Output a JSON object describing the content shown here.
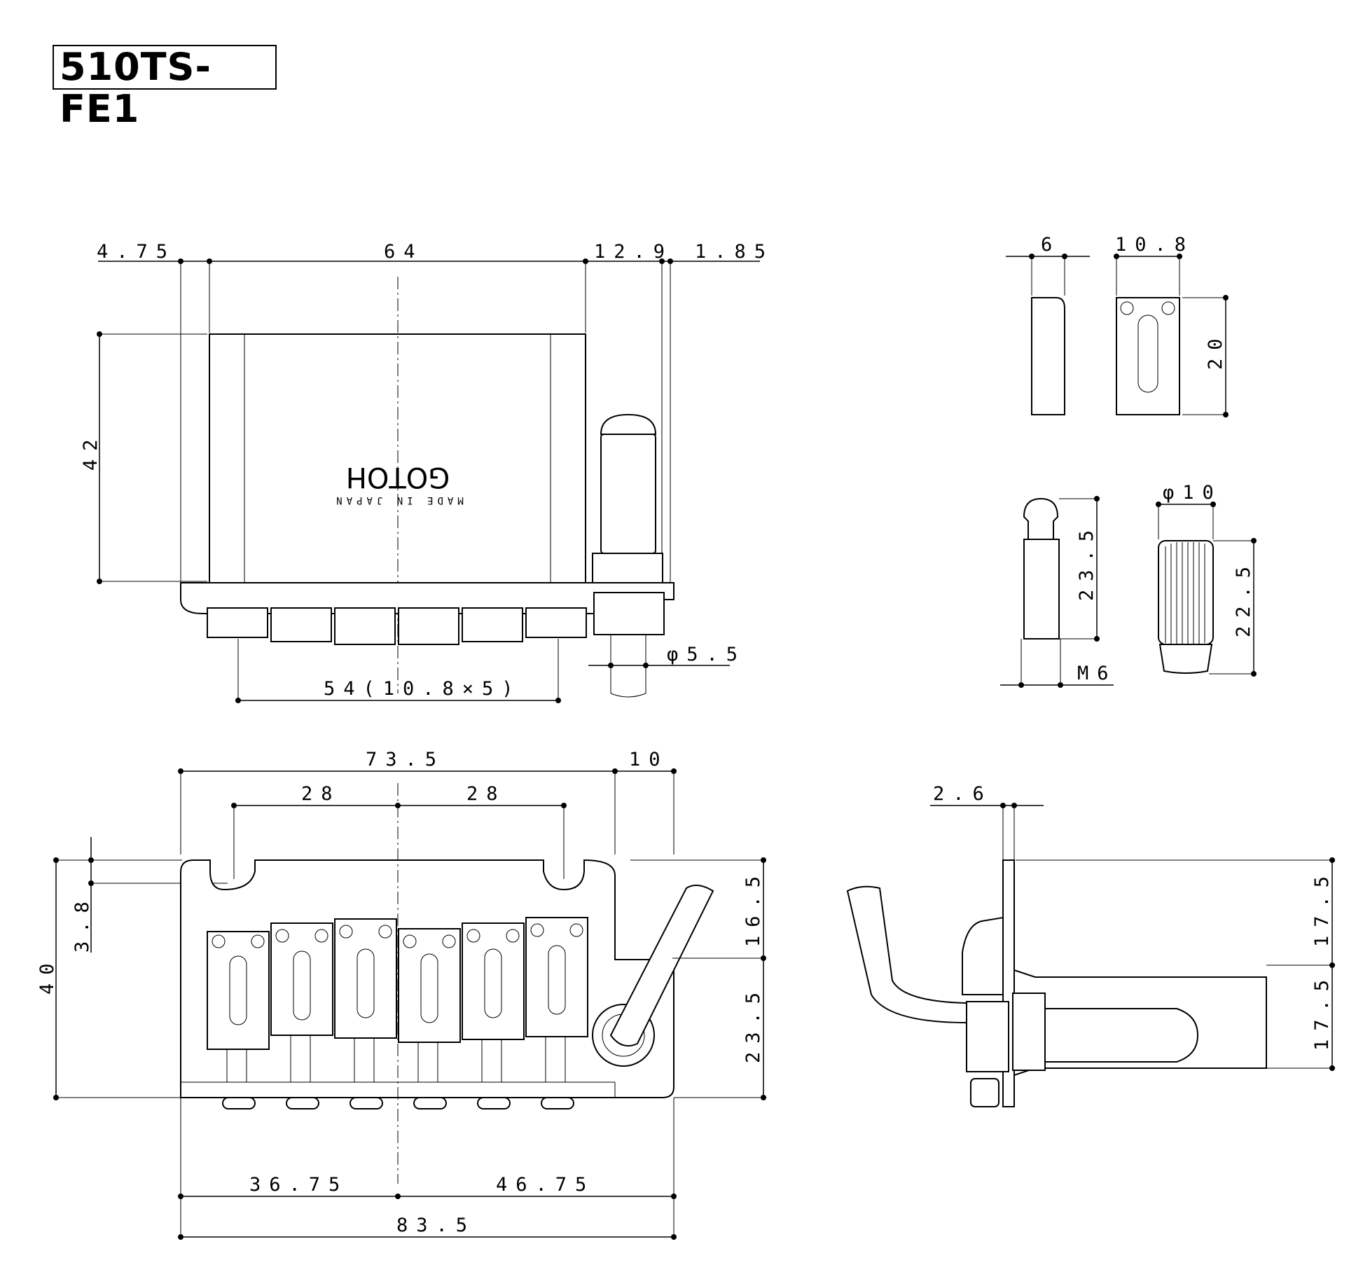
{
  "title": "510TS-FE1",
  "brand": {
    "logo": "GOTOH",
    "made": "MADE IN JAPAN"
  },
  "top_view": {
    "d_475": "4.75",
    "d_64": "64",
    "d_129": "12.9",
    "d_185": "1.85",
    "d_42": "42",
    "d_54": "54(10.8×5)",
    "d_phi55": "φ5.5"
  },
  "saddle_detail": {
    "d_6": "6",
    "d_108": "10.8",
    "d_20": "20",
    "d_235": "23.5",
    "d_m6": "M6",
    "d_phi10": "φ10",
    "d_225": "22.5"
  },
  "front_view": {
    "d_735": "73.5",
    "d_10": "10",
    "d_28a": "28",
    "d_28b": "28",
    "d_40": "40",
    "d_38": "3.8",
    "d_165": "16.5",
    "d_235": "23.5",
    "d_3675": "36.75",
    "d_4675": "46.75",
    "d_835": "83.5"
  },
  "side_view": {
    "d_26": "2.6",
    "d_175a": "17.5",
    "d_175b": "17.5"
  }
}
